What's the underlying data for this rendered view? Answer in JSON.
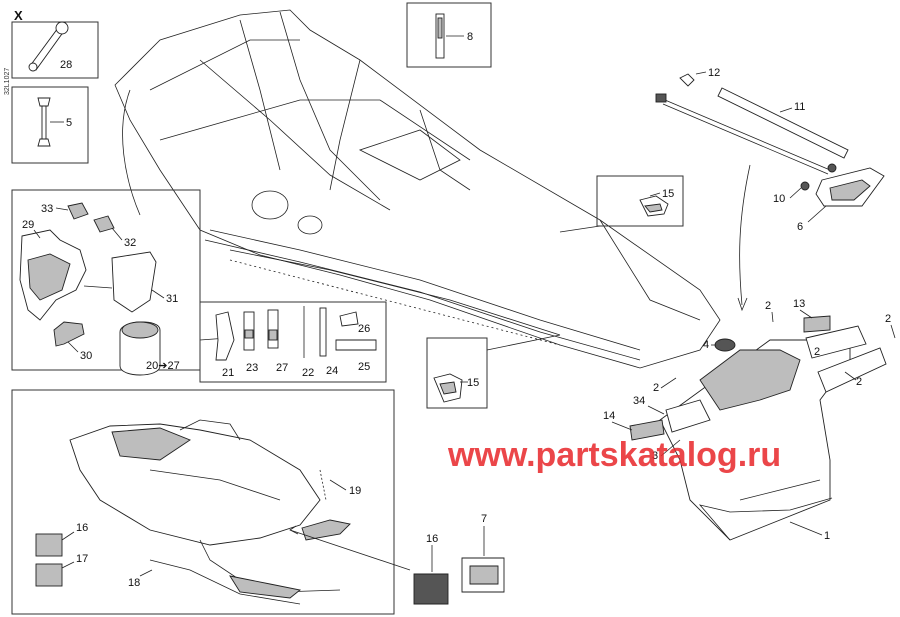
{
  "header": {
    "set_mark": "X",
    "code": "32L1027"
  },
  "watermark": "www.partskatalog.ru",
  "callouts": {
    "c28": "28",
    "c5": "5",
    "c8": "8",
    "c12": "12",
    "c11": "11",
    "c15a": "15",
    "c10": "10",
    "c6": "6",
    "c33": "33",
    "c29": "29",
    "c32": "32",
    "c31": "31",
    "c30": "30",
    "c2027": "20➔27",
    "c21": "21",
    "c23": "23",
    "c27": "27",
    "c22": "22",
    "c24": "24",
    "c26": "26",
    "c25": "25",
    "c15b": "15",
    "c4": "4",
    "c13": "13",
    "c2a": "2",
    "c2b": "2",
    "c2c": "2",
    "c2d": "2",
    "c2e": "2",
    "c3": "3",
    "c34": "34",
    "c14": "14",
    "c1": "1",
    "c19": "19",
    "c16a": "16",
    "c17": "17",
    "c18": "18",
    "c16b": "16",
    "c7": "7"
  }
}
